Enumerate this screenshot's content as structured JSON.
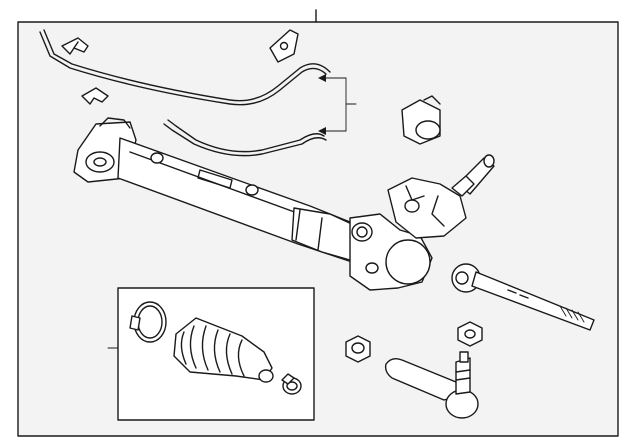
{
  "diagram": {
    "background": "#ffffff",
    "panel_fill": "#f3f3f3",
    "line_color": "#1a1a1a",
    "parts": [
      {
        "name": "steering-gear-assembly"
      },
      {
        "name": "pressure-line"
      },
      {
        "name": "return-line"
      },
      {
        "name": "line-clip"
      },
      {
        "name": "mounting-bracket"
      },
      {
        "name": "seal-cap"
      },
      {
        "name": "inner-tie-rod"
      },
      {
        "name": "outer-tie-rod-end"
      },
      {
        "name": "lock-nut"
      },
      {
        "name": "boot-kit"
      },
      {
        "name": "boot-clamp"
      }
    ]
  }
}
